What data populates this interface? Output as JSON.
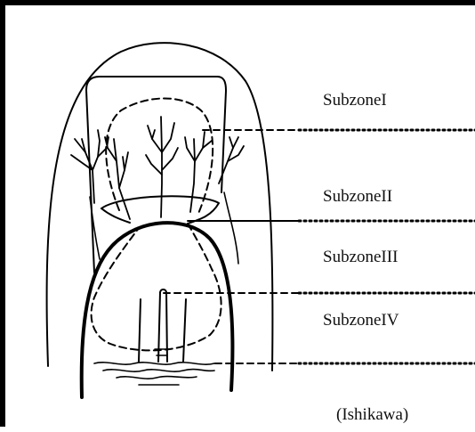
{
  "labels": {
    "subzone1": "SubzoneI",
    "subzone2": "SubzoneII",
    "subzone3": "SubzoneIII",
    "subzone4": "SubzoneIV",
    "credit": "(Ishikawa)"
  },
  "colors": {
    "ink": "#000000",
    "background": "#ffffff"
  }
}
